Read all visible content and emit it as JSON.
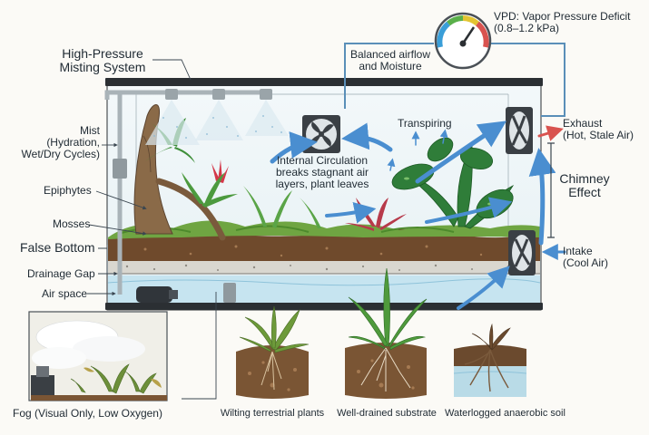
{
  "labels": {
    "high_pressure_1": "High-Pressure",
    "high_pressure_2": "Misting System",
    "mist_title": "Mist",
    "mist_sub1": "(Hydration,",
    "mist_sub2": "Wet/Dry Cycles)",
    "epiphytes": "Epiphytes",
    "mosses": "Mosses",
    "false_bottom": "False Bottom",
    "drainage_gap": "Drainage Gap",
    "air_space": "Air space",
    "fog_title": "Fog",
    "fog_sub": "(Visual Only, Low Oxygen)",
    "balanced_1": "Balanced airflow",
    "balanced_2": "and Moisture",
    "vpd_title": "VPD: Vapor Pressure Deficit",
    "vpd_range": "(0.8–1.2 kPa)",
    "transpiring": "Transpiring",
    "internal_1": "Internal Circulation",
    "internal_2": "breaks stagnant air",
    "internal_3": "layers, plant leaves",
    "exhaust_title": "Exhaust",
    "exhaust_sub": "(Hot, Stale Air)",
    "chimney_1": "Chimney",
    "chimney_2": "Effect",
    "intake_title": "Intake",
    "intake_sub": "(Cool Air)",
    "wilting": "Wilting terrestrial plants",
    "well_drained": "Well-drained substrate",
    "waterlogged": "Waterlogged anaerobic soil"
  },
  "colors": {
    "frame": "#2b2f33",
    "water": "#bfe0ee",
    "soil": "#7a5534",
    "moss": "#6fa542",
    "leaf": "#3f8f3a",
    "airflow": "#4a8ed0",
    "exhaust_arrow": "#d9534f",
    "line": "#3a4650"
  },
  "icons": [
    "fan-icon",
    "gauge-icon",
    "mist-nozzle-icon",
    "arrow-icon"
  ]
}
